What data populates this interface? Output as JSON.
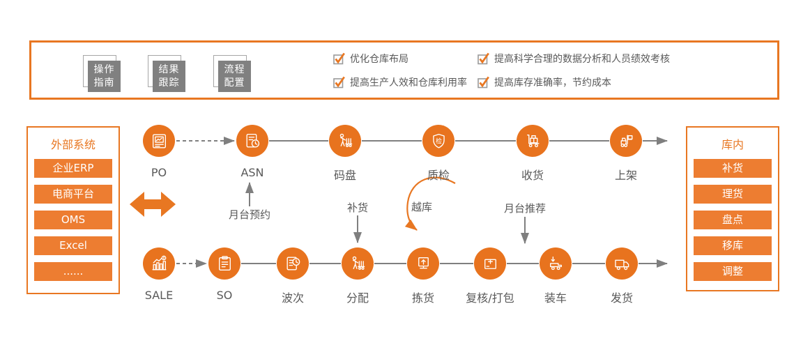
{
  "colors": {
    "accent_orange": "#E87722",
    "circle_orange": "#E8731E",
    "button_orange": "#ED7D31",
    "text_gray": "#595959",
    "line_gray": "#7F7F7F",
    "tile_gray": "#808080"
  },
  "benefits_panel": {
    "doc_tiles": [
      {
        "line1": "操作",
        "line2": "指南"
      },
      {
        "line1": "结果",
        "line2": "跟踪"
      },
      {
        "line1": "流程",
        "line2": "配置"
      }
    ],
    "checklist": [
      "优化仓库布局",
      "提高生产人效和仓库利用率",
      "提高科学合理的数据分析和人员绩效考核",
      "提高库存准确率，节约成本"
    ]
  },
  "external_systems_panel": {
    "title": "外部系统",
    "items": [
      "企业ERP",
      "电商平台",
      "OMS",
      "Excel",
      "......"
    ]
  },
  "warehouse_panel": {
    "title": "库内",
    "items": [
      "补货",
      "理货",
      "盘点",
      "移库",
      "调整"
    ]
  },
  "inbound_flow": {
    "quality_shield_char": "检",
    "steps": [
      {
        "label": "PO",
        "icon": "purchase-order-icon"
      },
      {
        "label": "ASN",
        "icon": "asn-doc-clock-icon"
      },
      {
        "label": "码盘",
        "icon": "palletize-worker-cart-icon"
      },
      {
        "label": "质检",
        "icon": "quality-inspection-shield-icon"
      },
      {
        "label": "收货",
        "icon": "receiving-trolley-icon"
      },
      {
        "label": "上架",
        "icon": "putaway-forklift-icon"
      }
    ]
  },
  "outbound_flow": {
    "steps": [
      {
        "label": "SALE",
        "icon": "sales-chart-icon"
      },
      {
        "label": "SO",
        "icon": "sales-order-clipboard-icon"
      },
      {
        "label": "波次",
        "icon": "wave-doc-clock-icon"
      },
      {
        "label": "分配",
        "icon": "allocation-worker-cart-icon"
      },
      {
        "label": "拣货",
        "icon": "picking-kiosk-icon"
      },
      {
        "label": "复核/打包",
        "icon": "packing-box-icon"
      },
      {
        "label": "装车",
        "icon": "truck-loading-icon"
      },
      {
        "label": "发货",
        "icon": "shipping-truck-icon"
      }
    ]
  },
  "annotations": {
    "dock_appointment": "月台预约",
    "replenishment": "补货",
    "cross_docking": "越库",
    "dock_recommendation": "月台推荐"
  }
}
